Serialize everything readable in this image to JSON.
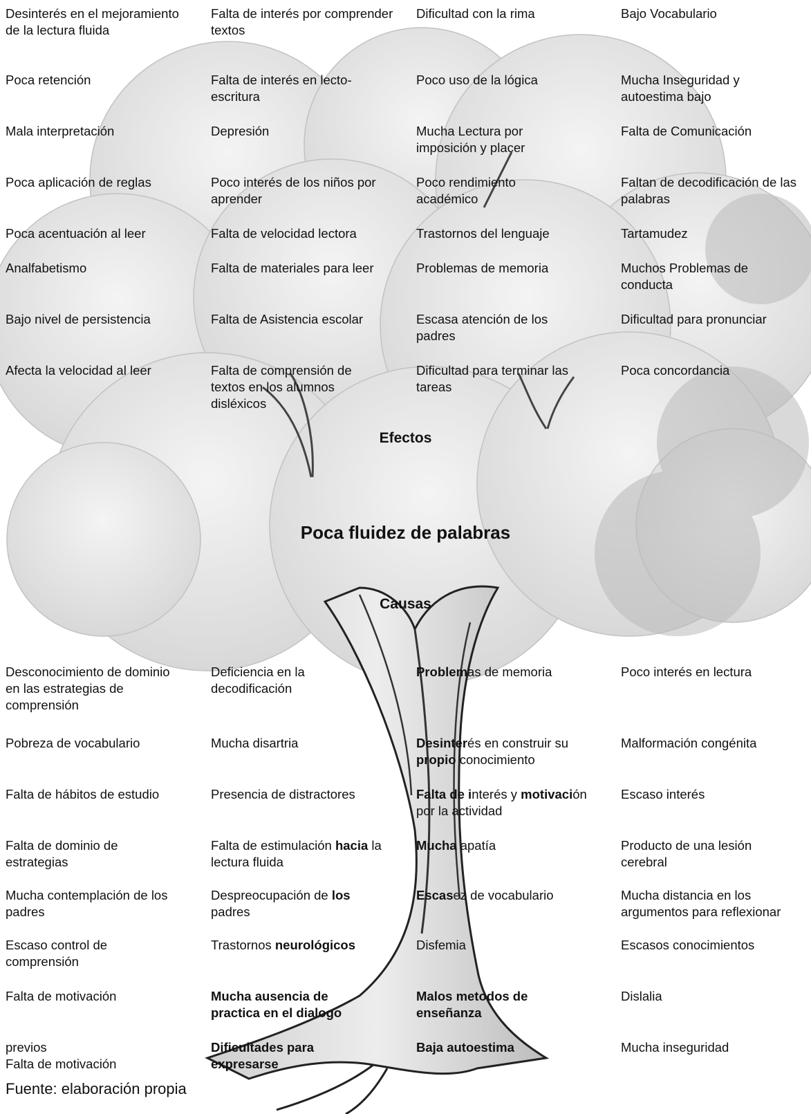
{
  "diagram": {
    "effects_label": "Efectos",
    "problem_label": "Poca fluidez de palabras",
    "causes_label": "Causas",
    "source": "Fuente: elaboración propia",
    "effects": [
      [
        "Desinterés en el mejoramiento de la lectura fluida",
        "Falta de interés por comprender textos",
        "Dificultad con la rima",
        "Bajo Vocabulario"
      ],
      [
        "Poca retención",
        "Falta de interés en lecto-escritura",
        "Poco uso de la lógica",
        "Mucha Inseguridad y autoestima bajo"
      ],
      [
        "Mala interpretación",
        "Depresión",
        "Mucha Lectura por imposición y placer",
        "Falta de Comunicación"
      ],
      [
        "Poca aplicación de reglas",
        "Poco interés  de los niños por aprender",
        "Poco rendimiento académico",
        "Faltan de decodificación de las palabras"
      ],
      [
        "Poca acentuación al leer",
        "Falta de velocidad lectora",
        "Trastornos del lenguaje",
        "Tartamudez"
      ],
      [
        "Analfabetismo",
        "Falta de materiales para leer",
        "Problemas de memoria",
        "Muchos Problemas de conducta"
      ],
      [
        "Bajo nivel de persistencia",
        "Falta de Asistencia escolar",
        "Escasa atención de los padres",
        "Dificultad para  pronunciar"
      ],
      [
        "Afecta la velocidad al leer",
        "Falta de comprensión de textos en los alumnos disléxicos",
        "Dificultad para terminar las tareas",
        "Poca concordancia"
      ]
    ],
    "causes": {
      "r0c0": "Desconocimiento de dominio en las estrategias de comprensión",
      "r0c1": "Deficiencia en la decodificación",
      "r0c2_b": "Problem",
      "r0c2": "as de memoria",
      "r0c3": "Poco interés en lectura",
      "r1c0": "Pobreza de vocabulario",
      "r1c1": "Mucha disartria",
      "r1c2_b1": "Desinter",
      "r1c2_1": "és en construir su ",
      "r1c2_b2": "propio ",
      "r1c2_2": "conocimiento",
      "r1c3": "Malformación congénita",
      "r2c0": "Falta de hábitos de estudio",
      "r2c1": "Presencia de distractores",
      "r2c2_b1": "Falta de i",
      "r2c2_1": "nterés y ",
      "r2c2_b2": "motivaci",
      "r2c2_2": "ón por la actividad",
      "r2c3": "Escaso interés",
      "r3c0": "Falta de dominio de estrategias",
      "r3c1_1": "Falta de estimulación ",
      "r3c1_b": "hacia",
      "r3c1_2": " la lectura fluida",
      "r3c2_b": "Mucha ",
      "r3c2": "apatía",
      "r3c3": "Producto de una lesión cerebral",
      "r4c0": "Mucha contemplación de los padres",
      "r4c1_1": "Despreocupación de ",
      "r4c1_b": "los",
      "r4c1_2": " padres",
      "r4c2_b": "Escas",
      "r4c2": "ez de vocabulario",
      "r4c3": "Mucha distancia en los argumentos para reflexionar",
      "r5c0": "Escaso control de comprensión",
      "r5c1_1": "Trastornos ",
      "r5c1_b": "neurológicos",
      "r5c2": "Disfemia",
      "r5c3": "Escasos conocimientos",
      "r6c0": "Falta de motivación",
      "r6c1_b": "Mucha ausencia de practica en el dialogo",
      "r6c2_b": "Malos metodos de enseñanza",
      "r6c3": "Dislalia",
      "r7c0_1": "previos",
      "r7c0_2": "Falta de motivación",
      "r7c1_b": "Dificultades para expresarse",
      "r7c2_b": "Baja autoestima",
      "r7c3": "Mucha inseguridad"
    }
  }
}
